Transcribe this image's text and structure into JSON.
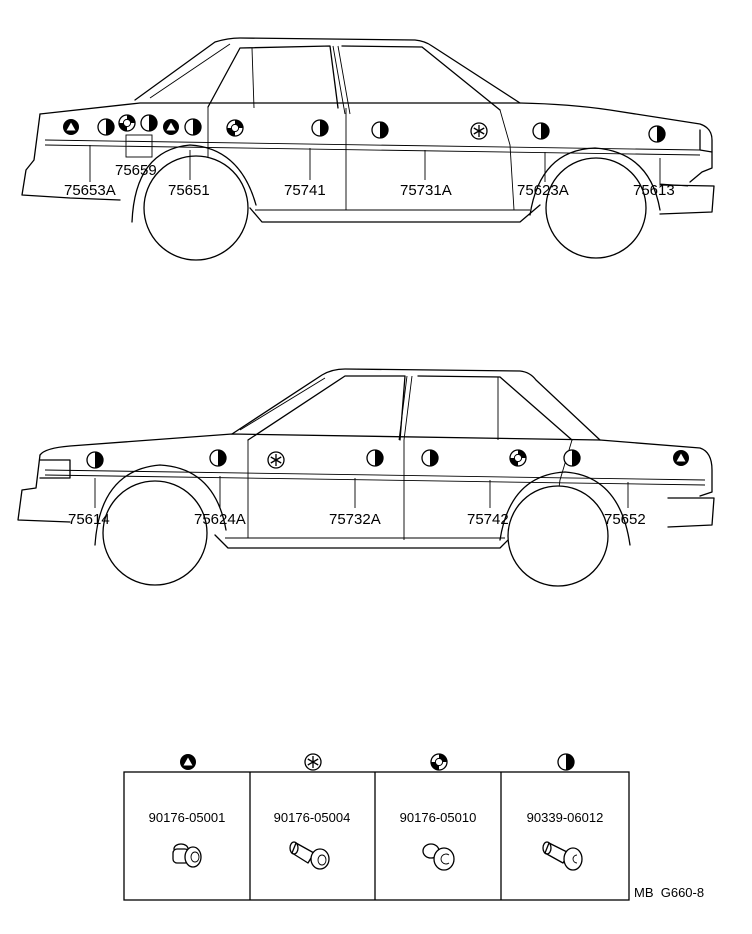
{
  "top_car_labels": [
    "75659",
    "75653A",
    "75651",
    "75741",
    "75731A",
    "75623A",
    "75613"
  ],
  "bottom_car_labels": [
    "75614",
    "75624A",
    "75732A",
    "75742",
    "75652"
  ],
  "legend": [
    {
      "symbol": "triangle-clip-icon",
      "part_number": "90176-05001"
    },
    {
      "symbol": "asterisk-clip-icon",
      "part_number": "90176-05004"
    },
    {
      "symbol": "c-clip-icon",
      "part_number": "90176-05010"
    },
    {
      "symbol": "half-circle-clip-icon",
      "part_number": "90339-06012"
    }
  ],
  "diagram_code": "MB  G660-8"
}
